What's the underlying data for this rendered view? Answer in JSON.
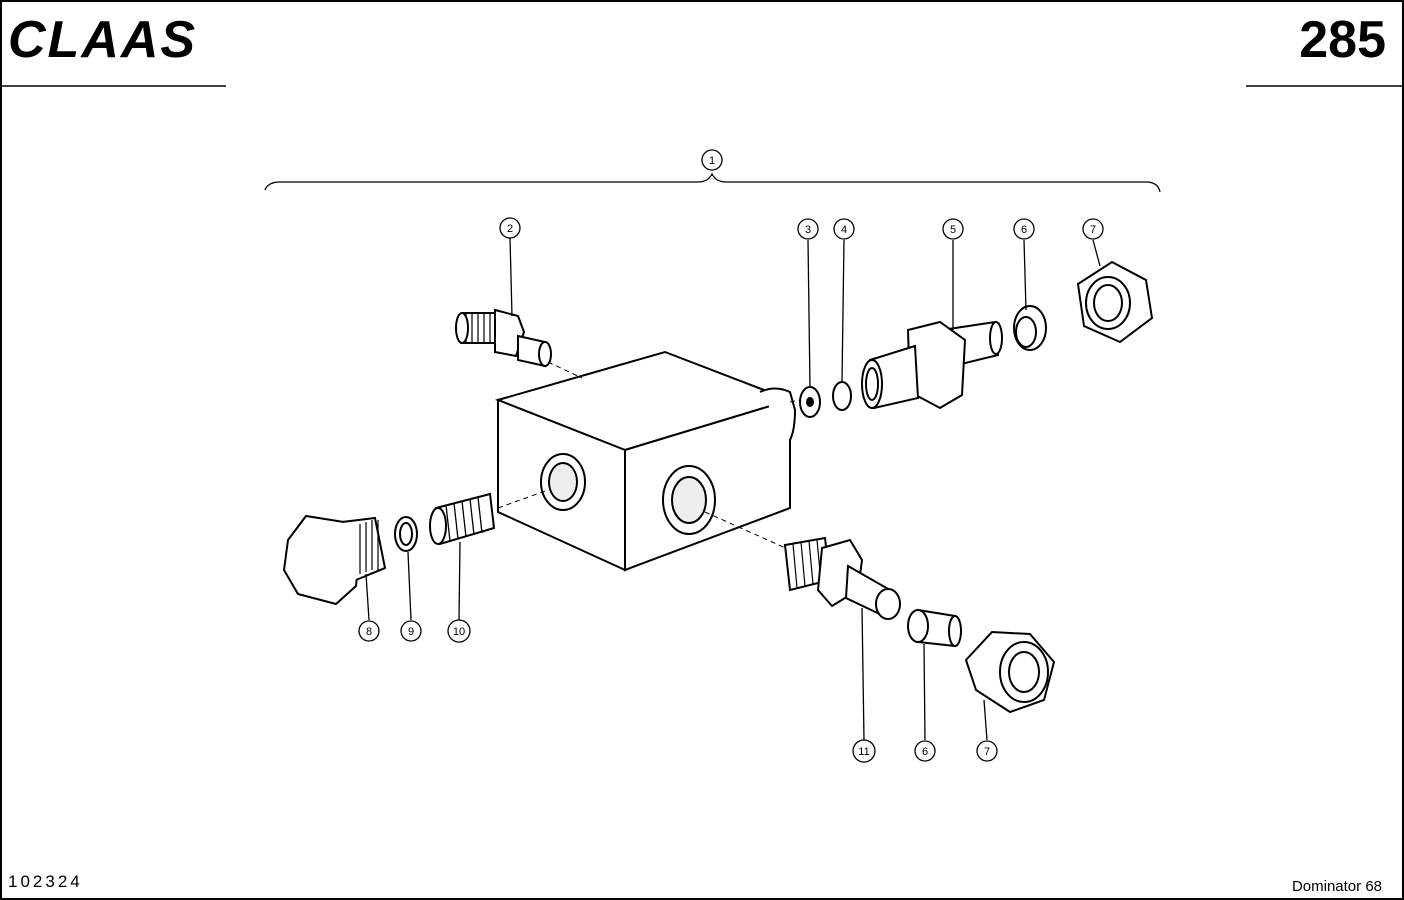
{
  "header": {
    "brand": "CLAAS",
    "page_number": "285"
  },
  "footer": {
    "drawing_number": "102324",
    "model": "Dominator 68"
  },
  "callouts": {
    "c1": "1",
    "c2": "2",
    "c3": "3",
    "c4": "4",
    "c5": "5",
    "c6a": "6",
    "c7a": "7",
    "c8": "8",
    "c9": "9",
    "c10": "10",
    "c11": "11",
    "c6b": "6",
    "c7b": "7"
  }
}
